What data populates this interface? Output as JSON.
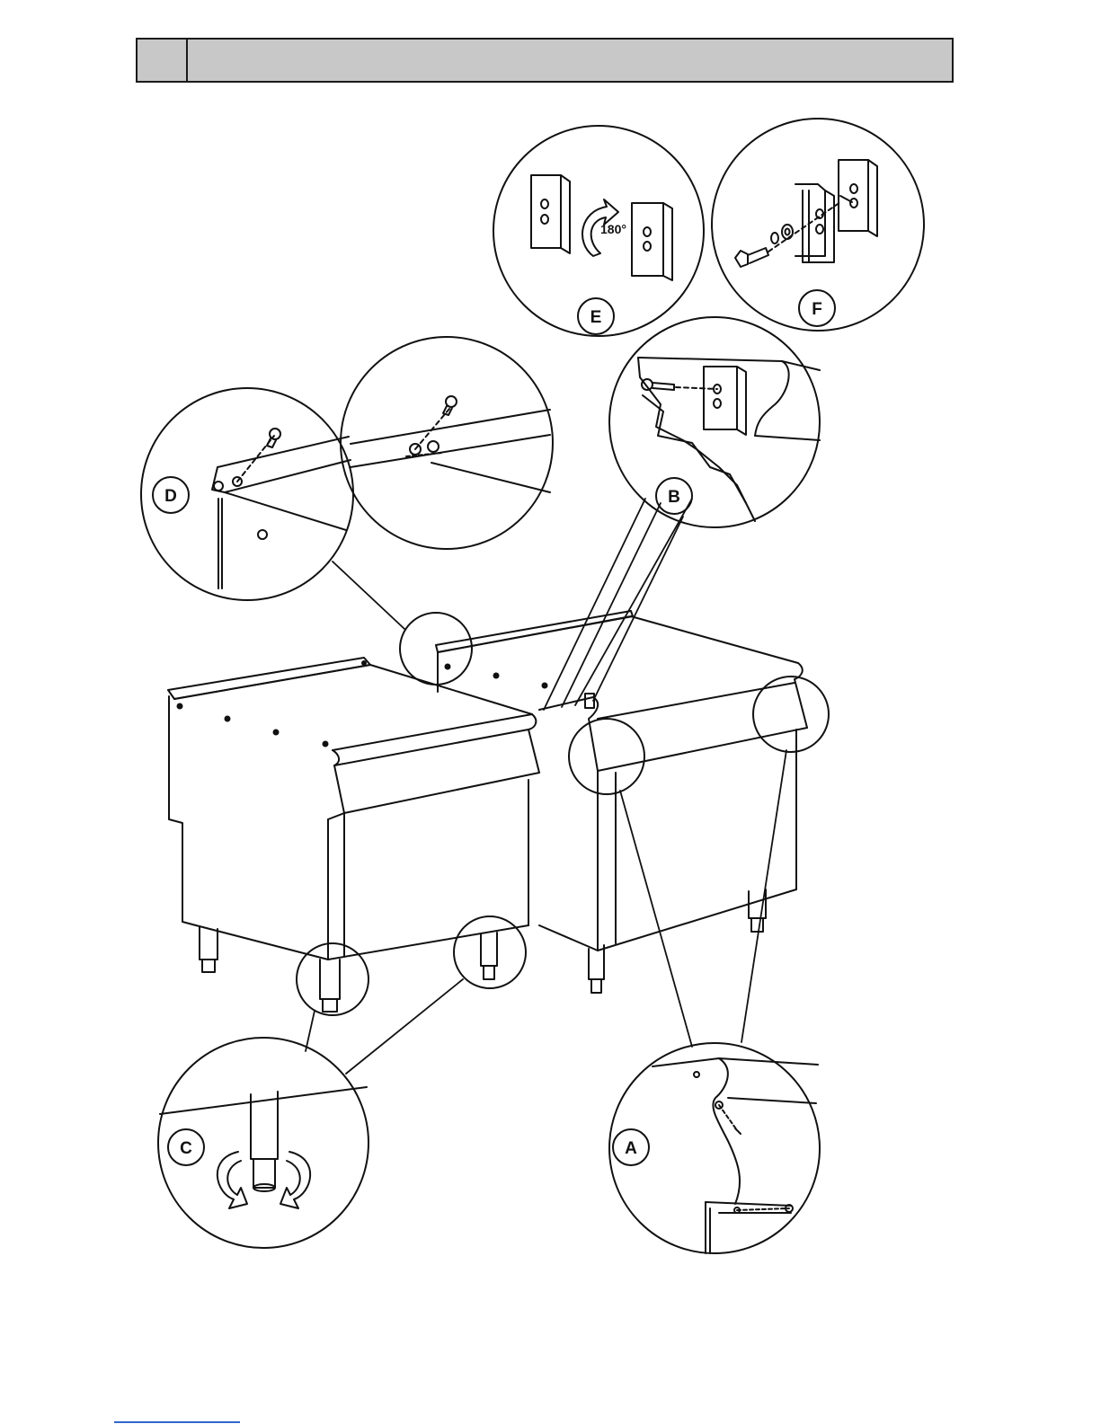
{
  "header": {
    "section_number": "",
    "section_title": ""
  },
  "callouts": {
    "A": "A",
    "B": "B",
    "C": "C",
    "D": "D",
    "E": "E",
    "F": "F",
    "rotation": "180°"
  },
  "icons": [
    "screw-icon",
    "bolt-icon",
    "washer-icon",
    "rotate-arrow-icon",
    "adjust-foot-arrows-icon"
  ]
}
